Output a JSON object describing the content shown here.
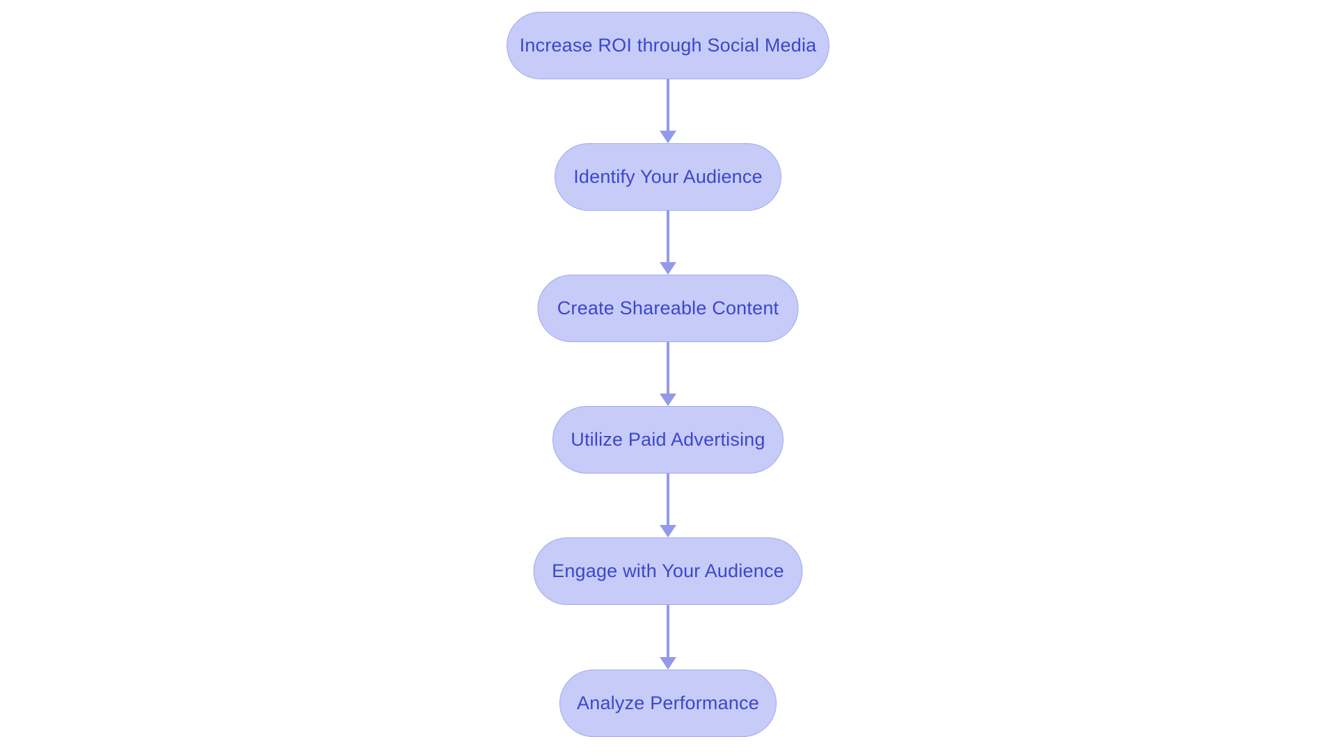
{
  "diagram": {
    "type": "flowchart",
    "direction": "top-down",
    "nodes": [
      {
        "id": "n1",
        "label": "Increase ROI through Social Media"
      },
      {
        "id": "n2",
        "label": "Identify Your Audience"
      },
      {
        "id": "n3",
        "label": "Create Shareable Content"
      },
      {
        "id": "n4",
        "label": "Utilize Paid Advertising"
      },
      {
        "id": "n5",
        "label": "Engage with Your Audience"
      },
      {
        "id": "n6",
        "label": "Analyze Performance"
      }
    ],
    "edges": [
      {
        "from": "n1",
        "to": "n2"
      },
      {
        "from": "n2",
        "to": "n3"
      },
      {
        "from": "n3",
        "to": "n4"
      },
      {
        "from": "n4",
        "to": "n5"
      },
      {
        "from": "n5",
        "to": "n6"
      }
    ],
    "colors": {
      "background": "#ffffff",
      "node_fill": "#c6cbf8",
      "node_border": "#a0a7ef",
      "node_text": "#3c47c9",
      "arrow": "#939aea"
    }
  }
}
